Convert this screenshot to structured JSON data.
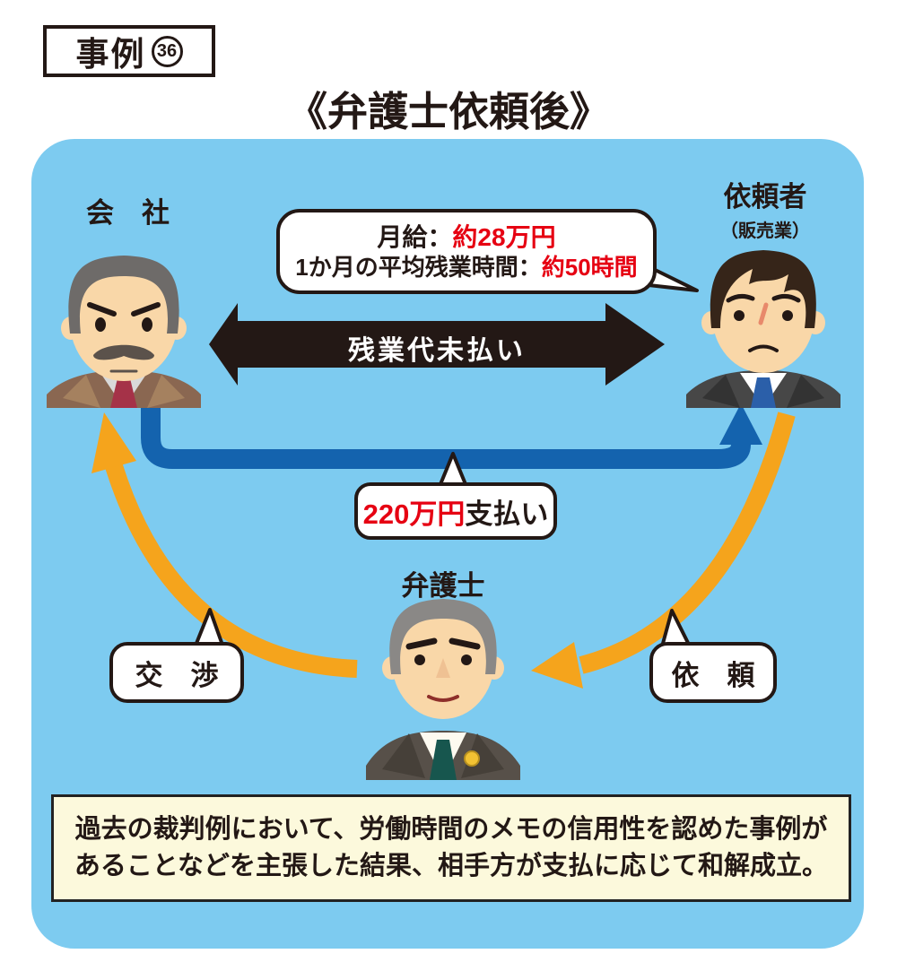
{
  "colors": {
    "panel_bg": "#7dcbf0",
    "ink": "#231815",
    "payment_blue": "#1463ae",
    "flow_orange": "#f5a41c",
    "accent_red": "#e60012",
    "summary_bg": "#fcf9dc",
    "summary_border": "#222222",
    "bubble_bg": "#ffffff"
  },
  "header": {
    "case_label": "事例",
    "case_number": "36",
    "title": "《弁護士依頼後》"
  },
  "actors": {
    "company": {
      "label": "会　社"
    },
    "client": {
      "label": "依頼者",
      "sublabel": "（販売業）"
    },
    "lawyer": {
      "label": "弁護士"
    }
  },
  "callouts": {
    "conditions": {
      "line1_label": "月給：",
      "line1_value": "約28万円",
      "line2_label": "1か月の平均残業時間：",
      "line2_value": "約50時間"
    },
    "payment": {
      "value": "220万円",
      "suffix": "支払い"
    }
  },
  "relations": {
    "dispute": "残業代未払い",
    "negotiation": "交　渉",
    "request": "依　頼"
  },
  "summary": {
    "lines": [
      "過去の裁判例において、労働時間のメモの信用性を認めた事例が",
      "あることなどを主張した結果、相手方が支払に応じて和解成立。"
    ]
  }
}
